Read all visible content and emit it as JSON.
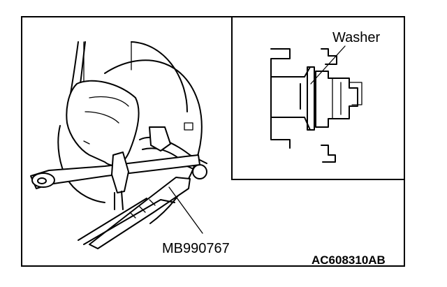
{
  "labels": {
    "inset_part": "Washer",
    "tool_number": "MB990767",
    "figure_code": "AC608310AB"
  }
}
